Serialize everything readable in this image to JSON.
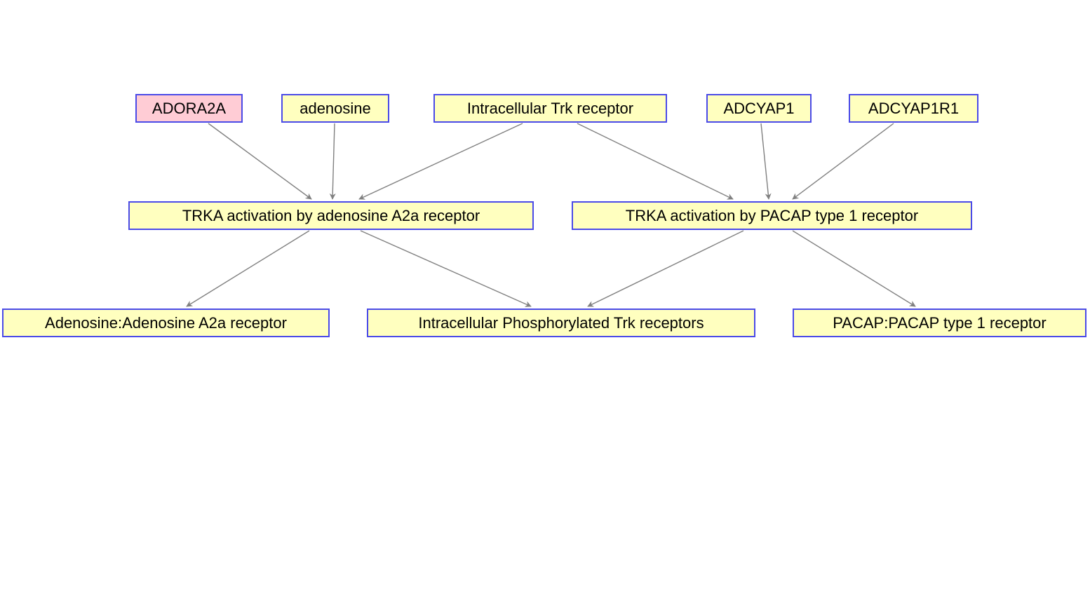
{
  "nodes": {
    "adora2a": "ADORA2A",
    "adenosine": "adenosine",
    "intracellular_trk": "Intracellular Trk receptor",
    "adcyap1": "ADCYAP1",
    "adcyap1r1": "ADCYAP1R1",
    "trka_a2a": "TRKA activation by adenosine A2a receptor",
    "trka_pacap": "TRKA activation by PACAP type 1 receptor",
    "adenosine_complex": "Adenosine:Adenosine A2a receptor",
    "phos_trk": "Intracellular Phosphorylated Trk receptors",
    "pacap_complex": "PACAP:PACAP type 1 receptor"
  },
  "edges": [
    {
      "from": "adora2a",
      "to": "trka_a2a"
    },
    {
      "from": "adenosine",
      "to": "trka_a2a"
    },
    {
      "from": "intracellular_trk",
      "to": "trka_a2a"
    },
    {
      "from": "intracellular_trk",
      "to": "trka_pacap"
    },
    {
      "from": "adcyap1",
      "to": "trka_pacap"
    },
    {
      "from": "adcyap1r1",
      "to": "trka_pacap"
    },
    {
      "from": "trka_a2a",
      "to": "adenosine_complex"
    },
    {
      "from": "trka_a2a",
      "to": "phos_trk"
    },
    {
      "from": "trka_pacap",
      "to": "phos_trk"
    },
    {
      "from": "trka_pacap",
      "to": "pacap_complex"
    }
  ],
  "colors": {
    "node_fill": "#ffffbf",
    "node_border": "#4a4ae8",
    "highlight_fill": "#ffccd5",
    "edge": "#808080"
  }
}
